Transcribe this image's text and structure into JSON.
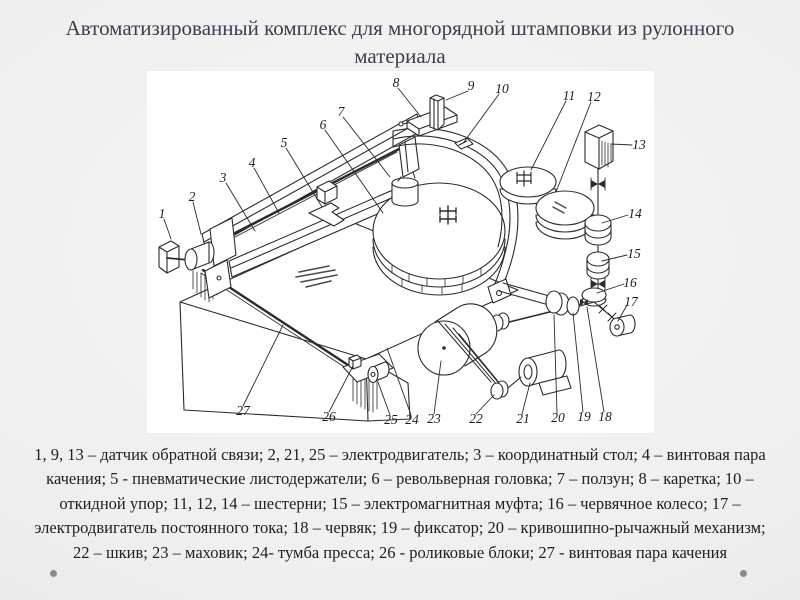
{
  "slide": {
    "title": "Автоматизированный комплекс для многорядной штамповки из рулонного материала",
    "caption": "1, 9, 13 – датчик обратной связи; 2, 21, 25 – электродвигатель; 3 – координатный стол; 4 – винтовая пара качения; 5 - пневматические листодержатели; 6 – револьверная головка; 7 – ползун; 8 – каретка; 10 – откидной упор; 11, 12, 14 – шестерни; 15 – электромагнитная муфта; 16 – червячное колесо; 17 – электродвигатель постоянного тока; 18 – червяк; 19 – фиксатор; 20 – кривошипно-рычажный механизм; 22 – шкив; 23 – маховик; 24- тумба пресса; 26 - роликовые блоки; 27 - винтовая пара качения",
    "colors": {
      "title_text": "#3d3d4d",
      "caption_text": "#202026",
      "background_center": "#f6f6f6",
      "background_edge": "#d6d6d8",
      "panel": "#ffffff",
      "line_art": "#2b2b2b",
      "corner_dot": "#8b8b8b"
    }
  },
  "diagram": {
    "labels": [
      "1",
      "2",
      "3",
      "4",
      "5",
      "6",
      "7",
      "8",
      "9",
      "10",
      "11",
      "12",
      "13",
      "14",
      "15",
      "16",
      "17",
      "18",
      "19",
      "20",
      "21",
      "22",
      "23",
      "24",
      "25",
      "26",
      "27"
    ]
  }
}
